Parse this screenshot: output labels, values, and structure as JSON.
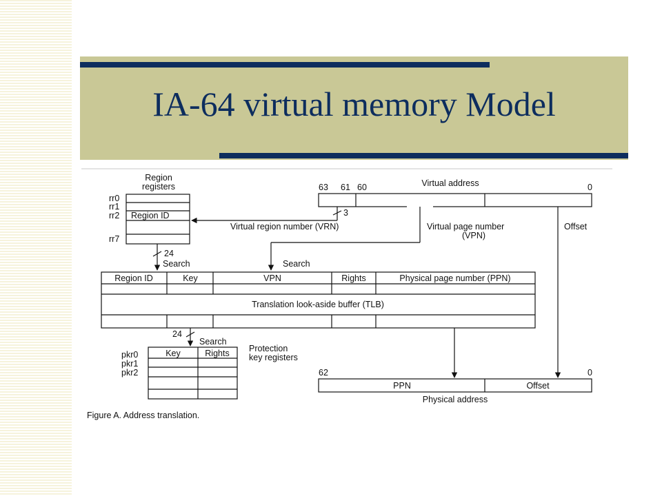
{
  "slide": {
    "title": "IA-64 virtual memory Model",
    "colors": {
      "title_band": "#c9c896",
      "accent_bar": "#0d2d5e",
      "title_text": "#0d2d5e",
      "side_stripes": "#f6f3dc"
    }
  },
  "diagram": {
    "region_registers": {
      "label_line1": "Region",
      "label_line2": "registers",
      "rows": [
        "rr0",
        "rr1",
        "rr2",
        "rr7"
      ],
      "cell": "Region ID"
    },
    "virtual_address": {
      "title": "Virtual address",
      "bit_63": "63",
      "bit_61": "61",
      "bit_60": "60",
      "bit_0": "0",
      "width_3": "3"
    },
    "vrn_label": "Virtual region number (VRN)",
    "vpn_label_line1": "Virtual page number",
    "vpn_label_line2": "(VPN)",
    "offset_label": "Offset",
    "search_1_width": "24",
    "search_label": "Search",
    "tlb": {
      "headers": [
        "Region ID",
        "Key",
        "VPN",
        "Rights",
        "Physical page number (PPN)"
      ],
      "label": "Translation look-aside buffer (TLB)"
    },
    "search_3_width": "24",
    "protection": {
      "label_line1": "Protection",
      "label_line2": "key registers",
      "headers": [
        "Key",
        "Rights"
      ],
      "rows": [
        "pkr0",
        "pkr1",
        "pkr2"
      ]
    },
    "physical_address": {
      "bit_62": "62",
      "bit_0": "0",
      "ppn": "PPN",
      "offset": "Offset",
      "label": "Physical address"
    },
    "caption": "Figure A. Address translation."
  }
}
